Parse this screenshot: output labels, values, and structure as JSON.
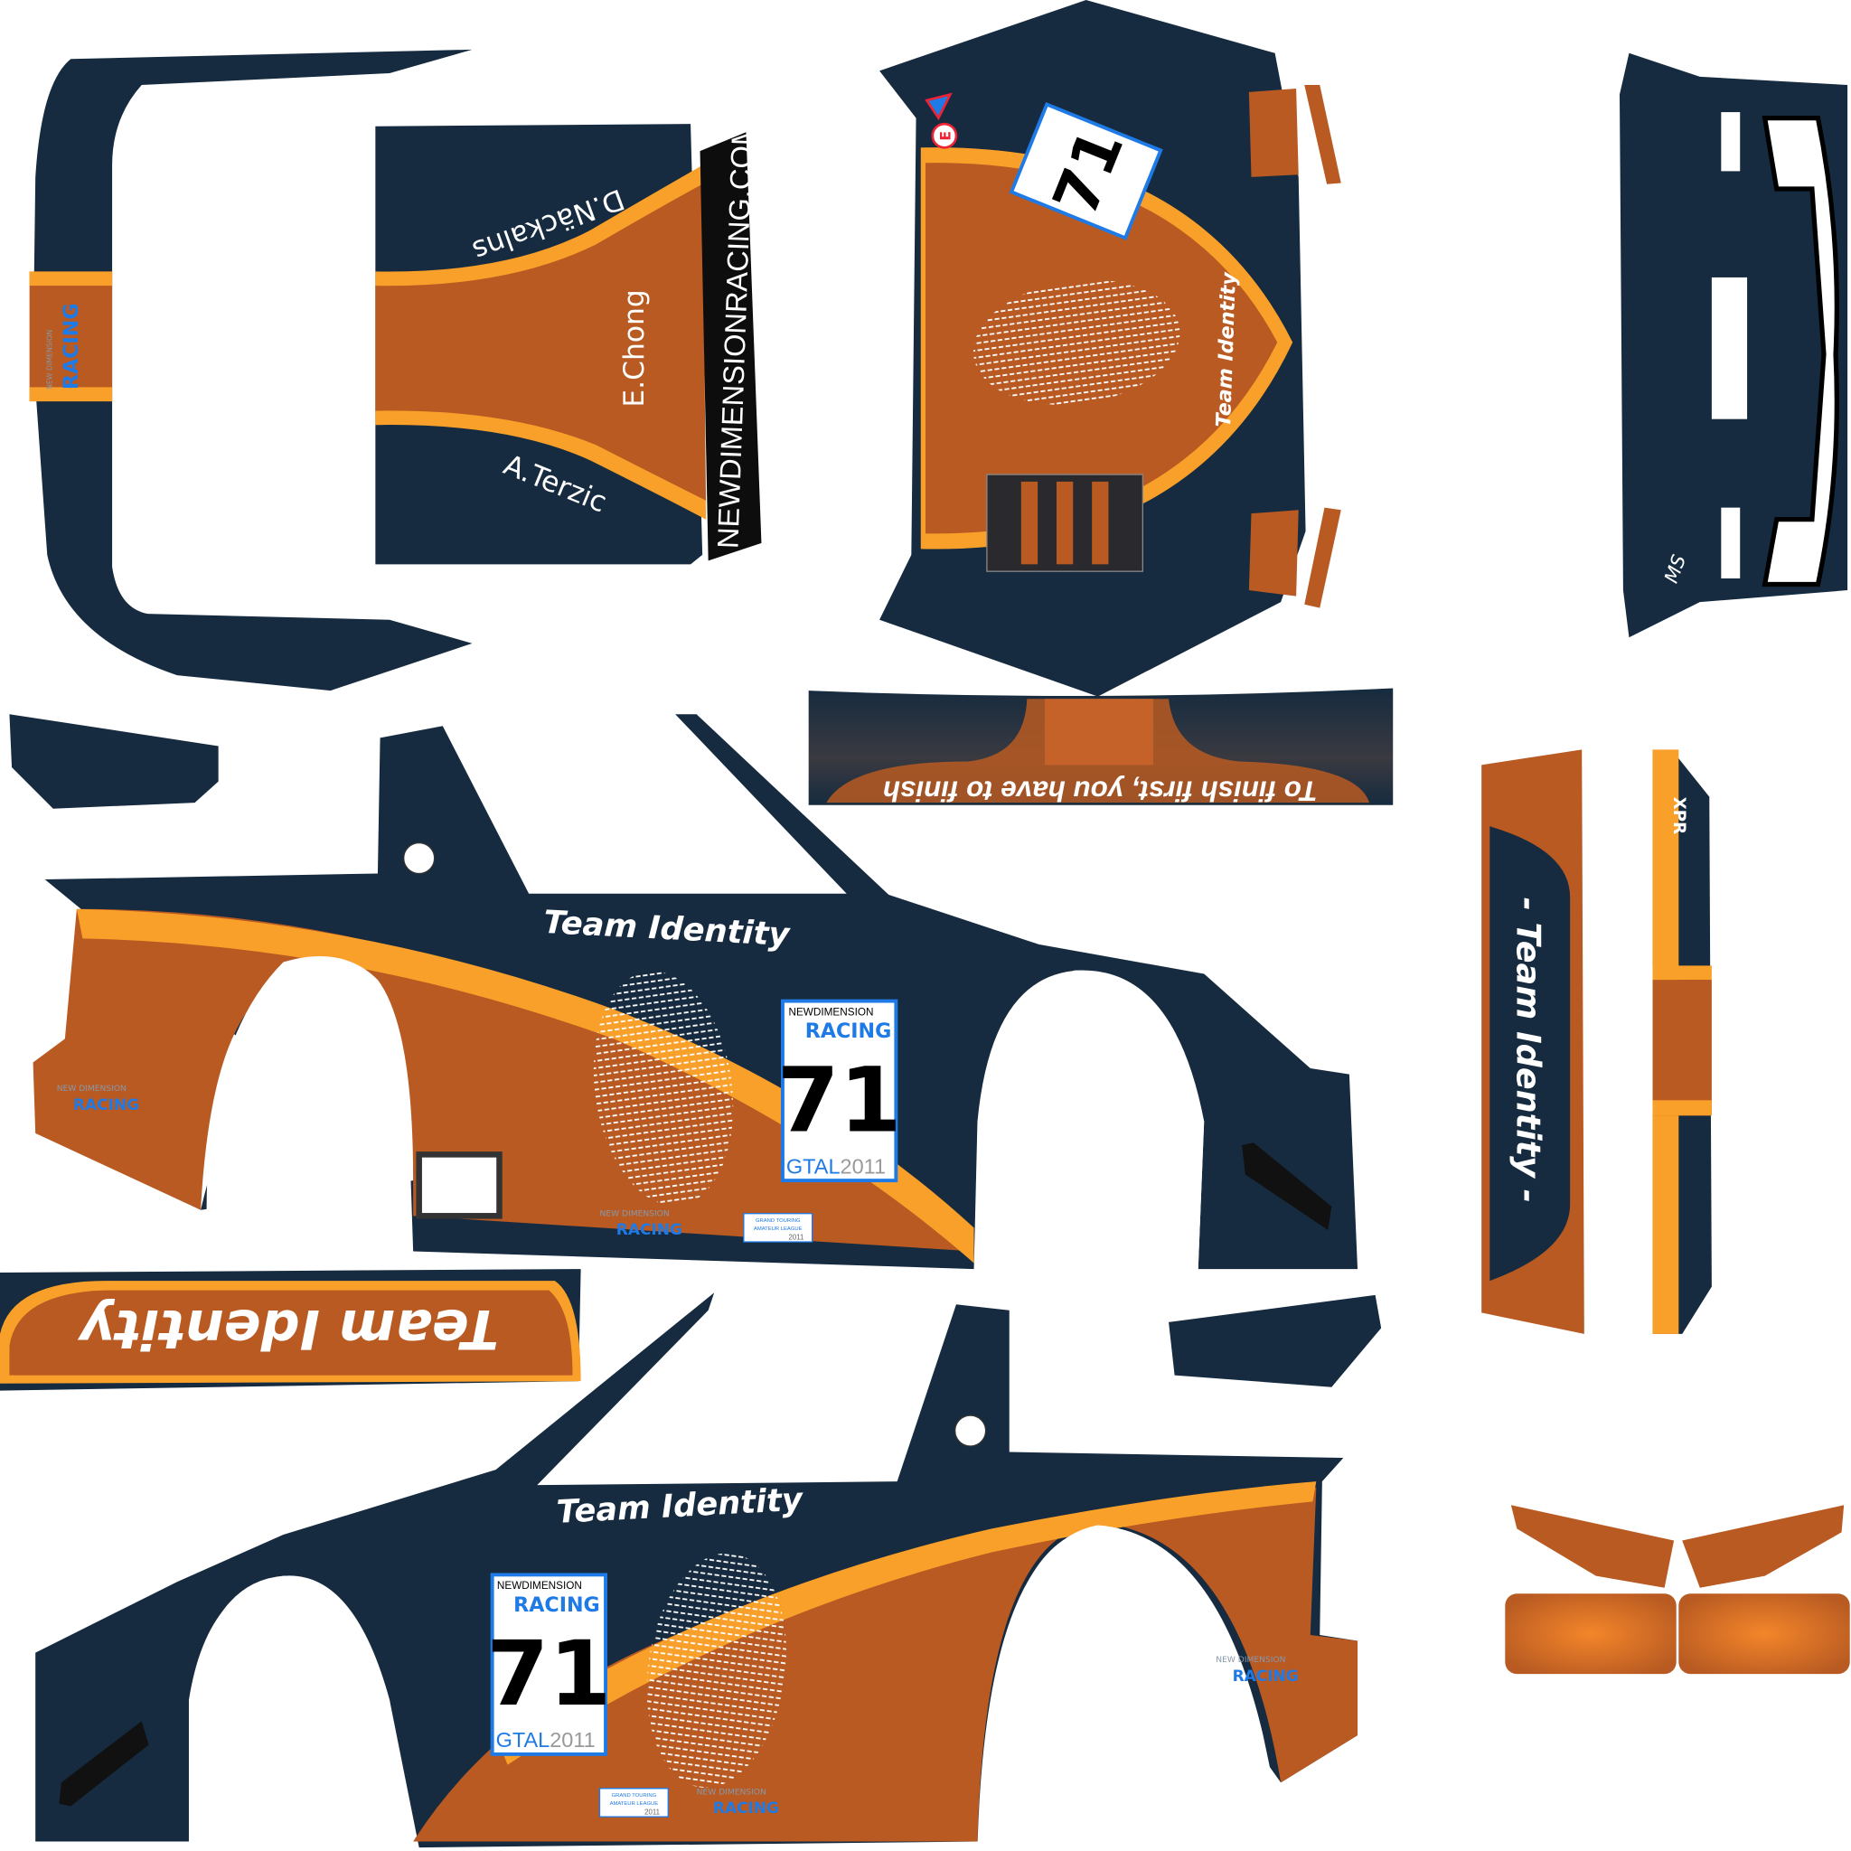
{
  "colors": {
    "navy": "#162b3f",
    "burnt_orange": "#b85a22",
    "bright_orange": "#f9a02a",
    "racing_blue": "#1e7ae6"
  },
  "roof": {
    "driver_1": "D.Näckalns",
    "driver_2": "E.Chong",
    "driver_3": "A.Terzic",
    "website": "NEWDIMENSIONRACING.COM"
  },
  "hood": {
    "side_text": "Team Identity",
    "badge_letter": "E"
  },
  "plate": {
    "brand_top": "NEWDIMENSION",
    "brand_main": "RACING",
    "number": "71",
    "series": "GTAL",
    "year": "2011"
  },
  "logo": {
    "top": "NEW DIMENSION",
    "main": "RACING"
  },
  "gtal_badge": {
    "line1": "GRAND TOURING",
    "line2": "AMATEUR LEAGUE",
    "year": "2011"
  },
  "rear_strip": {
    "slogan": "To finish first, you have to finish"
  },
  "side": {
    "team_text": "Team Identity"
  },
  "lower_strip": {
    "text": "Team Identity"
  },
  "vertical_panel": {
    "text": "- Team Identity -"
  },
  "thin_strip": {
    "text": "XPR"
  },
  "signature": "MS"
}
